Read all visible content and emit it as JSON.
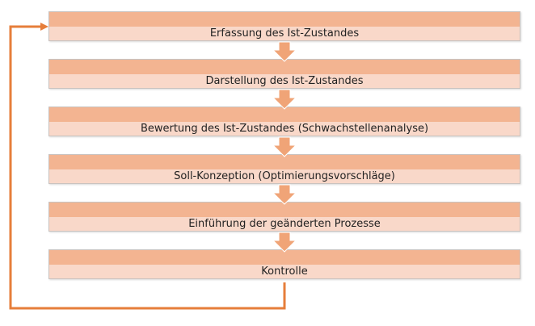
{
  "steps": [
    {
      "label": "Erfassung des Ist-Zustandes"
    },
    {
      "label": "Darstellung des Ist-Zustandes"
    },
    {
      "label": "Bewertung des Ist-Zustandes (Schwachstellenanalyse)"
    },
    {
      "label": "Soll-Konzeption (Optimierungsvorschläge)"
    },
    {
      "label": "Einführung der geänderten Prozesse"
    },
    {
      "label": "Kontrolle"
    }
  ],
  "colors": {
    "box_top": "#f3b491",
    "box_bottom": "#f9d8c9",
    "down_arrow": "#f0a477",
    "feedback_arrow": "#e67e3a"
  }
}
